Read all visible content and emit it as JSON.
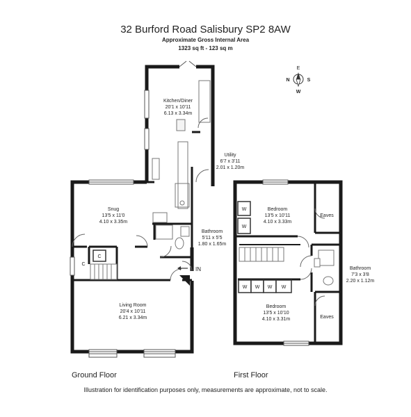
{
  "header": {
    "title": "32 Burford Road Salisbury SP2 8AW",
    "subtitle": "Approximate Gross Internal Area",
    "area": "1323 sq ft - 123 sq m"
  },
  "compass": {
    "n": "N",
    "e": "E",
    "s": "S",
    "w": "W"
  },
  "rooms": {
    "kitchen": {
      "name": "Kitchen/Diner",
      "imperial": "20'1 x 10'11",
      "metric": "6.13 x 3.34m"
    },
    "utility": {
      "name": "Utility",
      "imperial": "6'7 x 3'11",
      "metric": "2.01 x 1.20m"
    },
    "snug": {
      "name": "Snug",
      "imperial": "13'5 x 11'0",
      "metric": "4.10 x 3.35m"
    },
    "bathroom_gf": {
      "name": "Bathroom",
      "imperial": "5'11 x 5'5",
      "metric": "1.80 x 1.65m"
    },
    "living": {
      "name": "Living Room",
      "imperial": "20'4 x 10'11",
      "metric": "6.21 x 3.34m"
    },
    "bedroom1": {
      "name": "Bedroom",
      "imperial": "13'5 x 10'11",
      "metric": "4.10 x 3.33m"
    },
    "bedroom2": {
      "name": "Bedroom",
      "imperial": "13'5 x 10'10",
      "metric": "4.10 x 3.31m"
    },
    "bathroom_ff": {
      "name": "Bathroom",
      "imperial": "7'3 x 3'8",
      "metric": "2.20 x 1.12m"
    },
    "eaves_top": {
      "name": "Eaves"
    },
    "eaves_bottom": {
      "name": "Eaves"
    }
  },
  "markers": {
    "cupboard": "C",
    "wardrobe": "W",
    "entrance": "IN"
  },
  "floors": {
    "ground": "Ground Floor",
    "first": "First Floor"
  },
  "disclaimer": "Illustration for identification purposes only, measurements are approximate, not to scale.",
  "colors": {
    "wall": "#1a1a1a",
    "line": "#555555",
    "fixture": "#888888"
  }
}
